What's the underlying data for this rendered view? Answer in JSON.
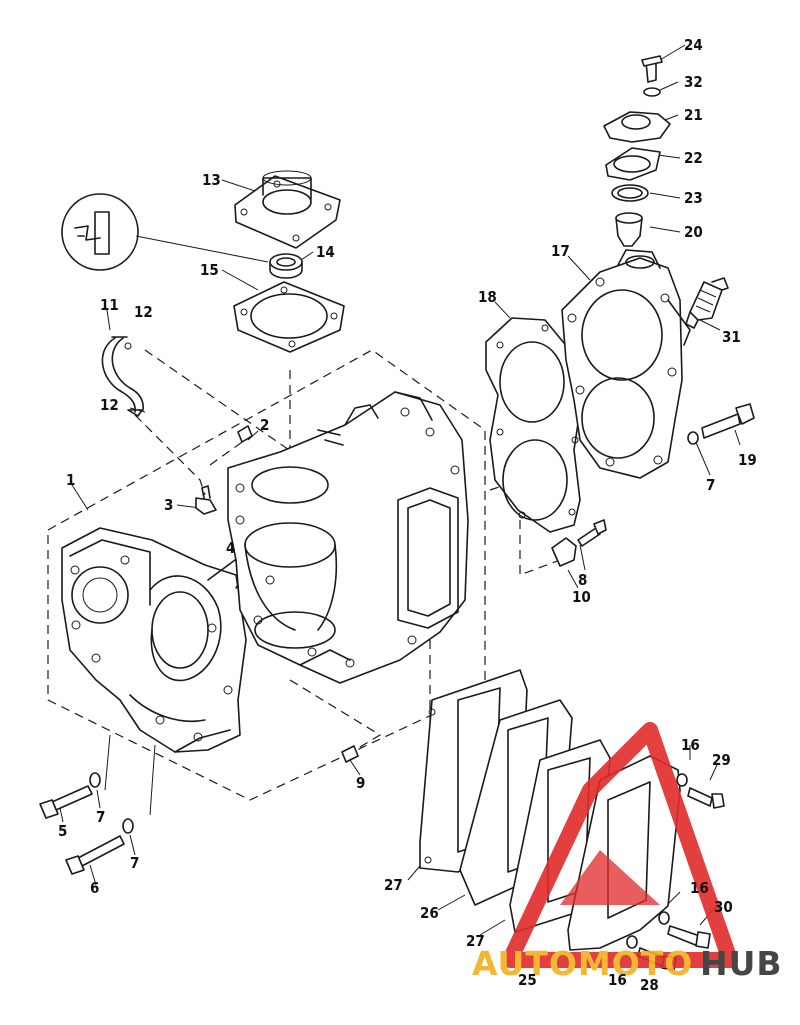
{
  "callouts": [
    {
      "id": "1",
      "text": "1"
    },
    {
      "id": "2",
      "text": "2"
    },
    {
      "id": "3",
      "text": "3"
    },
    {
      "id": "4",
      "text": "4"
    },
    {
      "id": "5",
      "text": "5"
    },
    {
      "id": "6",
      "text": "6"
    },
    {
      "id": "7a",
      "text": "7"
    },
    {
      "id": "7b",
      "text": "7"
    },
    {
      "id": "7c",
      "text": "7"
    },
    {
      "id": "8",
      "text": "8"
    },
    {
      "id": "9",
      "text": "9"
    },
    {
      "id": "10",
      "text": "10"
    },
    {
      "id": "11",
      "text": "11"
    },
    {
      "id": "12a",
      "text": "12"
    },
    {
      "id": "12b",
      "text": "12"
    },
    {
      "id": "13",
      "text": "13"
    },
    {
      "id": "14",
      "text": "14"
    },
    {
      "id": "15",
      "text": "15"
    },
    {
      "id": "16a",
      "text": "16"
    },
    {
      "id": "16b",
      "text": "16"
    },
    {
      "id": "16c",
      "text": "16"
    },
    {
      "id": "17",
      "text": "17"
    },
    {
      "id": "18",
      "text": "18"
    },
    {
      "id": "19",
      "text": "19"
    },
    {
      "id": "20",
      "text": "20"
    },
    {
      "id": "21",
      "text": "21"
    },
    {
      "id": "22",
      "text": "22"
    },
    {
      "id": "23",
      "text": "23"
    },
    {
      "id": "24",
      "text": "24"
    },
    {
      "id": "25",
      "text": "25"
    },
    {
      "id": "26",
      "text": "26"
    },
    {
      "id": "27a",
      "text": "27"
    },
    {
      "id": "27b",
      "text": "27"
    },
    {
      "id": "28",
      "text": "28"
    },
    {
      "id": "29",
      "text": "29"
    },
    {
      "id": "30",
      "text": "30"
    },
    {
      "id": "31",
      "text": "31"
    },
    {
      "id": "32",
      "text": "32"
    }
  ],
  "watermark": {
    "part1": "AUTOMOTO",
    "part2": "HUB",
    "color_primary": "#e02b2b",
    "color_secondary": "#f2b01e",
    "color_dark": "#333333"
  }
}
